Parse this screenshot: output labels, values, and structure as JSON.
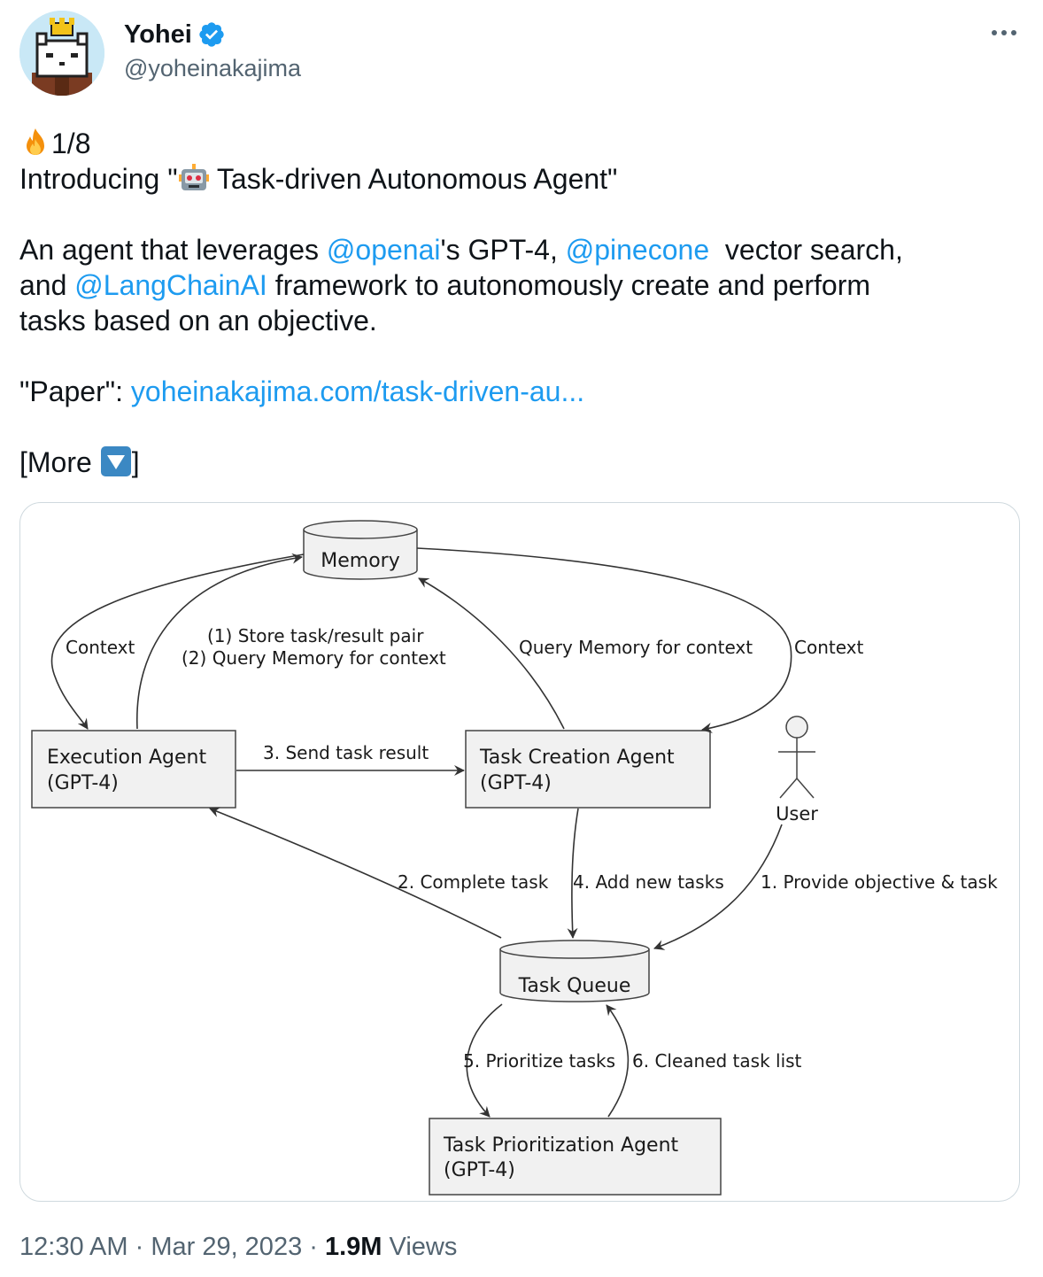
{
  "author": {
    "name": "Yohei",
    "handle": "@yoheinakajima",
    "verified_color": "#1d9bf0",
    "avatar_icon": "pixel-art-cat-with-crown"
  },
  "tweet": {
    "line1_text": "1/8",
    "line2_prefix": "Introducing \"",
    "line2_title": " Task-driven Autonomous Agent\"",
    "para1_a": "An agent that leverages ",
    "mention_openai": "@openai",
    "para1_b": "'s GPT-4, ",
    "mention_pinecone": "@pinecone",
    "para1_c": "  vector search,",
    "para2_a": "and ",
    "mention_langchain": "@LangChainAI",
    "para2_b": " framework to autonomously create and perform",
    "para3": "tasks based on an objective.",
    "paper_label": "\"Paper\": ",
    "paper_link": "yoheinakajima.com/task-driven-au...",
    "more_prefix": "[More ",
    "more_suffix": "]",
    "emoji_icons": [
      "fire-icon",
      "robot-icon",
      "down-arrow-button-icon"
    ],
    "link_color": "#1d9bf0"
  },
  "diagram": {
    "memory": "Memory",
    "task_queue": "Task Queue",
    "execution_agent": [
      "Execution Agent",
      "(GPT-4)"
    ],
    "task_creation_agent": [
      "Task Creation Agent",
      "(GPT-4)"
    ],
    "task_prioritization_agent": [
      "Task Prioritization Agent",
      "(GPT-4)"
    ],
    "user": "User",
    "edges": {
      "context_left": "Context",
      "store_1": "(1) Store task/result pair",
      "store_2": "(2) Query Memory for context",
      "query_memory": "Query Memory for context",
      "context_right": "Context",
      "send_result": "3. Send task result",
      "complete_task": "2. Complete task",
      "add_tasks": "4. Add new tasks",
      "provide_objective": "1. Provide objective & task",
      "prioritize": "5. Prioritize tasks",
      "cleaned": "6. Cleaned task list"
    }
  },
  "meta": {
    "time": "12:30 AM",
    "date": "Mar 29, 2023",
    "views_count": "1.9M",
    "views_label": "Views"
  }
}
